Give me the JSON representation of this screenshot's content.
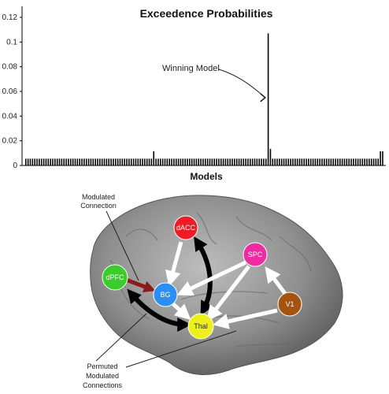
{
  "chart_data": {
    "type": "bar",
    "title": "Exceedence Probabilities",
    "xlabel": "Models",
    "ylabel": "",
    "ylim": [
      0,
      0.12
    ],
    "yticks": [
      "0",
      "0.02",
      "0.04",
      "0.06",
      "0.08",
      "0.1",
      "0.12"
    ],
    "grid": false,
    "n_models": 160,
    "baseline_value": 0.0055,
    "highlighted": [
      {
        "model_index": 57,
        "value": 0.0115
      },
      {
        "model_index": 108,
        "value": 0.107
      },
      {
        "model_index": 109,
        "value": 0.0135
      },
      {
        "model_index": 158,
        "value": 0.0115
      },
      {
        "model_index": 159,
        "value": 0.0115
      }
    ],
    "annotation": {
      "text": "Winning Model",
      "target_model_index": 108,
      "target_value": 0.055
    }
  },
  "diagram": {
    "modulated_label_line1": "Modulated",
    "modulated_label_line2": "Connection",
    "permuted_label_line1": "Permuted",
    "permuted_label_line2": "Modulated",
    "permuted_label_line3": "Connections",
    "nodes": {
      "dACC": {
        "label": "dACC",
        "color": "#ee1c24"
      },
      "SPC": {
        "label": "SPC",
        "color": "#ee2ba0"
      },
      "dPFC": {
        "label": "dPFC",
        "color": "#39cc2a"
      },
      "BG": {
        "label": "BG",
        "color": "#2b8ef2"
      },
      "V1": {
        "label": "V1",
        "color": "#a5530f"
      },
      "Thal": {
        "label": "Thal",
        "color": "#eef019"
      }
    },
    "modulated_arrow_color": "#8b1a1a"
  }
}
